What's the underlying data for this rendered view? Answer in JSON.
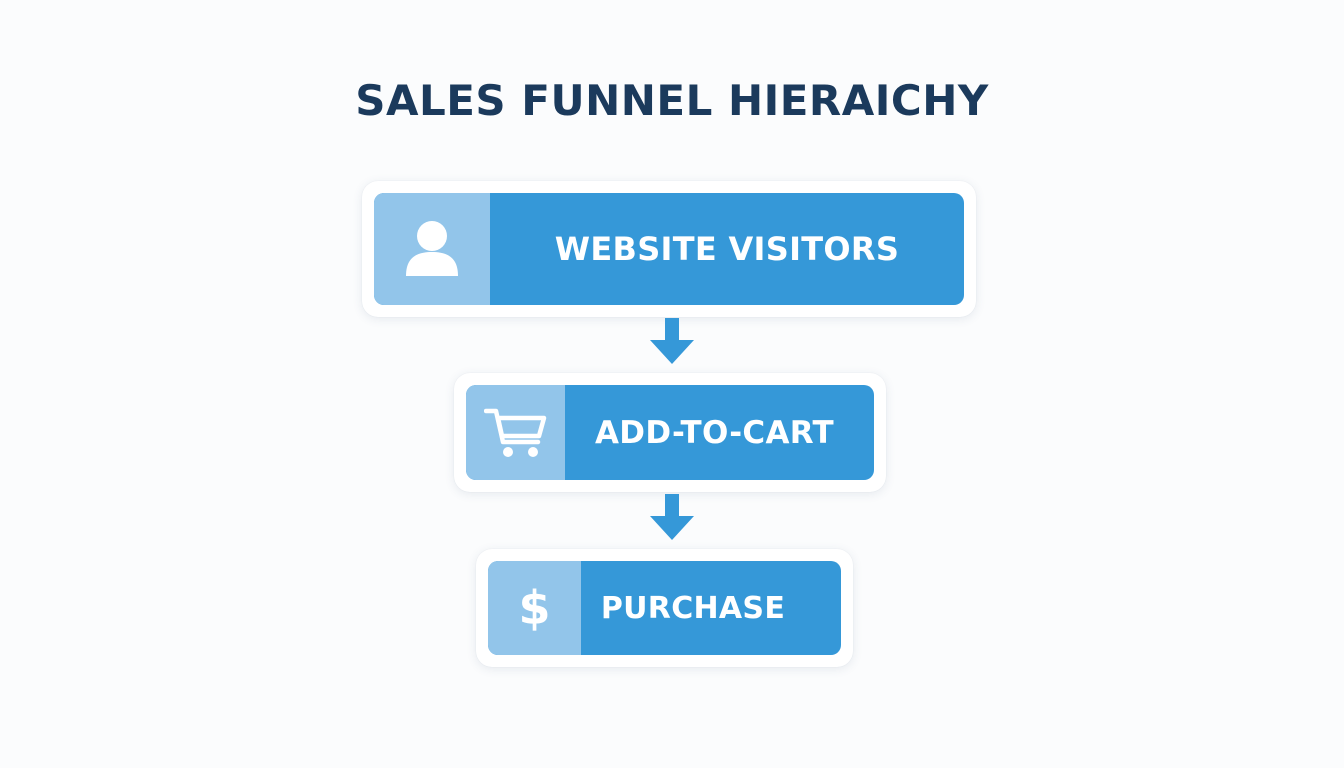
{
  "title": "SALES FUNNEL HIERAICHY",
  "stages": [
    {
      "label": "WEBSITE VISITORS",
      "icon": "user-icon"
    },
    {
      "label": "ADD-TO-CART",
      "icon": "shopping-cart-icon"
    },
    {
      "label": "PURCHASE",
      "icon": "dollar-sign-icon",
      "icon_glyph": "$"
    }
  ],
  "colors": {
    "title": "#1b3a5c",
    "stage_fill": "#3598d8",
    "icon_panel": "#92c5ea",
    "arrow": "#3598d8",
    "background": "#fbfcfd"
  }
}
